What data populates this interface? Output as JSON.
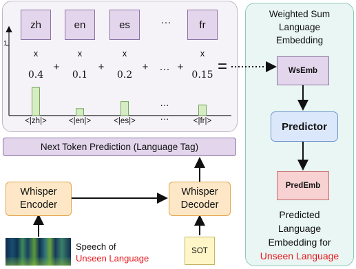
{
  "languages": [
    {
      "code": "zh",
      "weight": "0.4",
      "tick": "<|zh|>",
      "value": 0.4
    },
    {
      "code": "en",
      "weight": "0.1",
      "tick": "<|en|>",
      "value": 0.1
    },
    {
      "code": "es",
      "weight": "0.2",
      "tick": "<|es|>",
      "value": 0.2
    },
    {
      "code": "fr",
      "weight": "0.15",
      "tick": "<|fr|>",
      "value": 0.15
    }
  ],
  "ellipsis": "···",
  "multiply": "x",
  "plus": "+",
  "equals": "=",
  "axis_one": "1",
  "ntp_label": "Next Token Prediction (Language Tag)",
  "whisper_encoder": {
    "line1": "Whisper",
    "line2": "Encoder"
  },
  "whisper_decoder": {
    "line1": "Whisper",
    "line2": "Decoder"
  },
  "sot_label": "SOT",
  "speech_caption": {
    "line1": "Speech of",
    "line2": "Unseen Language"
  },
  "right_panel": {
    "title_line1": "Weighted Sum",
    "title_line2": "Language",
    "title_line3": "Embedding",
    "wsemb_label": "WsEmb",
    "predictor_label": "Predictor",
    "predemb_label": "PredEmb",
    "caption_line1": "Predicted",
    "caption_line2": "Language",
    "caption_line3": "Embedding for",
    "caption_line4": "Unseen Language"
  },
  "colors": {
    "bar_fill": "#d6ecc4",
    "bar_stroke": "#74a85a",
    "accent_red": "#e8161b"
  }
}
